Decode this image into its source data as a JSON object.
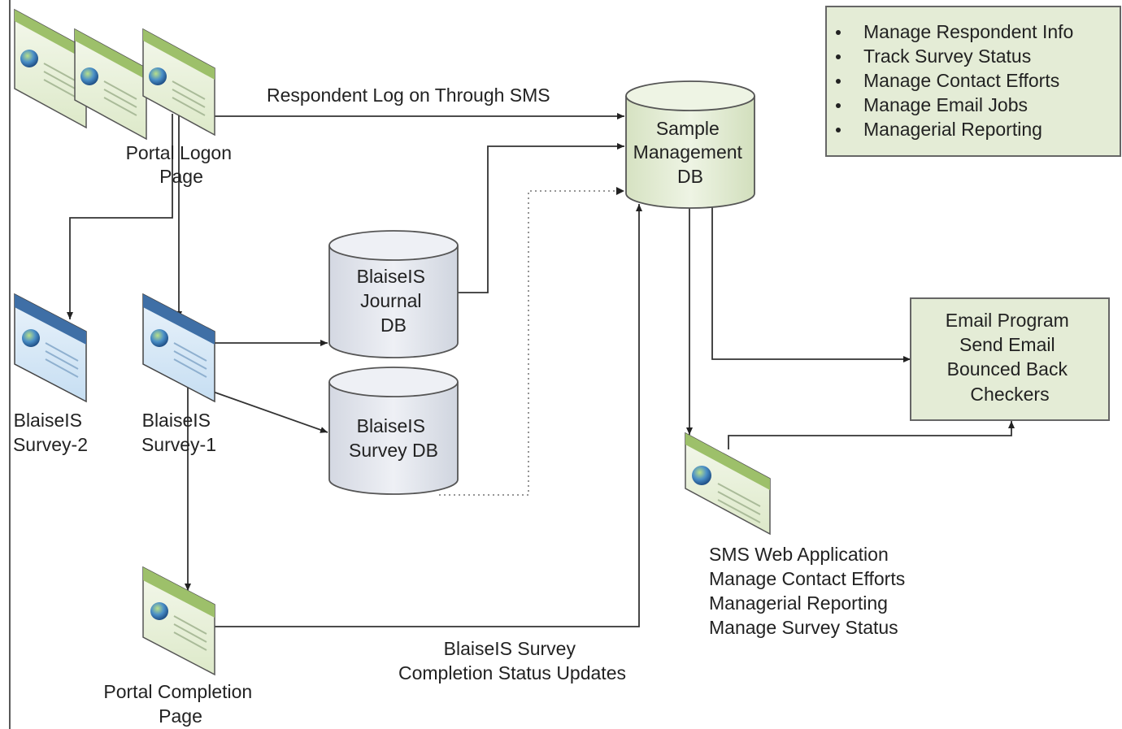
{
  "nodes": {
    "portal_logon_page": {
      "label_lines": [
        "Portal Logon",
        "Page"
      ]
    },
    "survey2": {
      "label_lines": [
        "BlaiseIS",
        "Survey-2"
      ]
    },
    "survey1": {
      "label_lines": [
        "BlaiseIS",
        "Survey-1"
      ]
    },
    "portal_completion_page": {
      "label_lines": [
        "Portal Completion",
        "Page"
      ]
    },
    "journal_db": {
      "label_lines": [
        "BlaiseIS",
        "Journal",
        "DB"
      ]
    },
    "survey_db": {
      "label_lines": [
        "BlaiseIS",
        "Survey DB"
      ]
    },
    "sample_mgmt_db": {
      "label_lines": [
        "Sample",
        "Management",
        "DB"
      ]
    },
    "email_program": {
      "label_lines": [
        "Email Program",
        "Send Email",
        "Bounced Back",
        "Checkers"
      ]
    },
    "sms_web_app": {
      "label_lines": [
        "SMS Web Application",
        "Manage Contact Efforts",
        "Managerial Reporting",
        "Manage Survey Status"
      ]
    }
  },
  "edges": {
    "respondent_logon": {
      "label": "Respondent Log on Through SMS"
    },
    "completion_updates": {
      "label_lines": [
        "BlaiseIS Survey",
        "Completion Status Updates"
      ]
    }
  },
  "features_box": {
    "items": [
      "Manage Respondent Info",
      "Track Survey Status",
      "Manage Contact Efforts",
      "Manage Email Jobs",
      "Managerial Reporting"
    ]
  },
  "colors": {
    "green_page_header": "#9dc06a",
    "blue_page_header": "#3f6fa6",
    "node_fill": "#e4ecd6",
    "cylinder_fill": "#e4e8f0"
  }
}
